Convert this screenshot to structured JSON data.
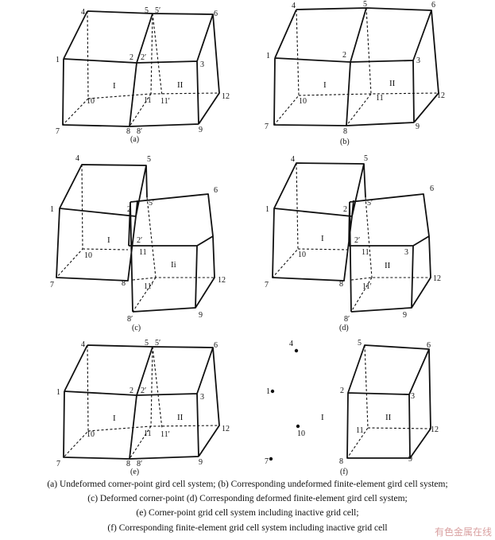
{
  "captions": [
    "(a)  Undeformed corner-point gird cell system; (b) Corresponding undeformed finite-element gird cell system;",
    "(c) Deformed corner-point (d)  Corresponding  deformed  finite-element  gird  cell  system;",
    "(e)  Corner-point  grid  cell  system including inactive grid cell;",
    "(f) Corresponding finite-element grid cell system including inactive grid cell"
  ],
  "watermark": "有色金属在线",
  "panels": {
    "a": {
      "label": "(a)",
      "nodes": [
        "1",
        "2",
        "2′",
        "3",
        "4",
        "5",
        "5′",
        "6",
        "7",
        "8",
        "8′",
        "9",
        "10",
        "11",
        "11′",
        "12"
      ],
      "cells": [
        "I",
        "II"
      ]
    },
    "b": {
      "label": "(b)",
      "nodes": [
        "1",
        "2",
        "3",
        "4",
        "5",
        "6",
        "7",
        "8",
        "9",
        "10",
        "11",
        "12"
      ],
      "cells": [
        "I",
        "II"
      ]
    },
    "c": {
      "label": "(c)",
      "nodes": [
        "1",
        "2",
        "2′",
        "4",
        "5",
        "5′",
        "6",
        "7",
        "8",
        "8′",
        "9",
        "10",
        "11",
        "11′",
        "12"
      ],
      "cells": [
        "I",
        "Ii"
      ]
    },
    "d": {
      "label": "(d)",
      "nodes": [
        "1",
        "2",
        "2′",
        "3",
        "4",
        "5",
        "5′",
        "6",
        "7",
        "8",
        "8′",
        "9",
        "10",
        "11",
        "11′",
        "12"
      ],
      "cells": [
        "I",
        "II"
      ]
    },
    "e": {
      "label": "(e)",
      "nodes": [
        "1",
        "2",
        "2′",
        "3",
        "4",
        "5",
        "5′",
        "6",
        "7",
        "8",
        "8′",
        "9",
        "10",
        "11",
        "11′",
        "12"
      ],
      "cells": [
        "I",
        "II"
      ]
    },
    "f": {
      "label": "(f)",
      "nodes": [
        "1",
        "2",
        "3",
        "4",
        "5",
        "6",
        "7",
        "8",
        "9",
        "10",
        "11",
        "12"
      ],
      "cells": [
        "I",
        "II"
      ]
    }
  }
}
